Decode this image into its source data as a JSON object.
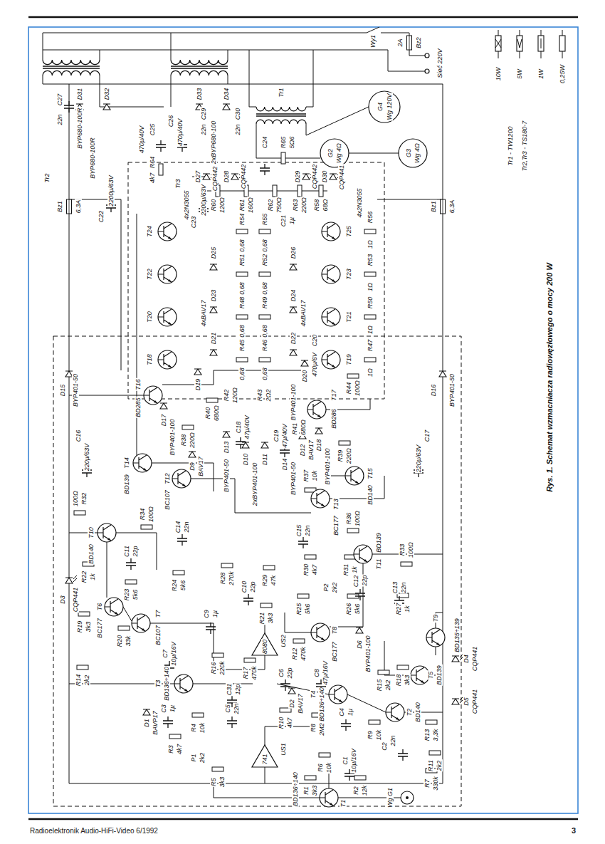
{
  "diagram": {
    "caption": "Rys. 1. Schemat wzmacniacza radiowęzłowego o mocy 200 W",
    "labels": [
      "Radioelektronik Audio-HiFi-Video 6/1992",
      "3",
      "Wy1",
      "2A",
      "Bz2",
      "Sieć 220V",
      "Tr2",
      "C27",
      "22n",
      "D31",
      "BYP680-100R",
      "D32",
      "BYP680-100R",
      "C25",
      "470µ/40V",
      "C22",
      "2200µ/63V",
      "R64",
      "4k7",
      "C26",
      "470µ/40V",
      "Tr3",
      "D33",
      "D34",
      "2xBYP680-100",
      "C29",
      "22n",
      "C30",
      "22n",
      "C23",
      "2200µ/63V",
      "Tr1",
      "C24",
      "R65",
      "5Ω6",
      "G2",
      "Wg 4Ω",
      "G3",
      "Wg 4Ω",
      "G4",
      "Wg 120V",
      "Tr1 - TW1200",
      "Tr2,Tr3 - TS180-7",
      "Bz1",
      "6,3A",
      "Bz1",
      "6,3A",
      "D27",
      "CQP442",
      "D28",
      "CQP442",
      "D29",
      "CQP442",
      "D30",
      "CQP441",
      "R60",
      "120Ω",
      "R61",
      "160Ω",
      "R62",
      "750Ω",
      "R63",
      "220Ω",
      "C21",
      "1µ",
      "R58",
      "68Ω",
      "4x2N3055",
      "T24",
      "T22",
      "T20",
      "T18",
      "4x2N3055",
      "T25",
      "T23",
      "T21",
      "T19",
      "R54",
      "0,68",
      "R55",
      "0,68",
      "R51",
      "0,68",
      "R52",
      "0,68",
      "R48",
      "0,68",
      "R49",
      "0,68",
      "R45",
      "0,68",
      "R46",
      "0,68",
      "R56",
      "1Ω",
      "R53",
      "1Ω",
      "R50",
      "1Ω",
      "R47",
      "1Ω",
      "D25",
      "D23",
      "D21",
      "4xBAV17",
      "D26",
      "D24",
      "D22",
      "4xBAV17",
      "D19",
      "R42",
      "120Ω",
      "R43",
      "2Ω2",
      "D20",
      "BYP401-100",
      "C20",
      "470µ/6V",
      "R44",
      "100Ω",
      "T16",
      "BD285",
      "T17",
      "BD286",
      "D15",
      "BYP401-50",
      "D16",
      "BYP401-50",
      "D17",
      "BYP401-100",
      "D18",
      "BYP401-100",
      "R40",
      "680Ω",
      "R41",
      "680Ω",
      "C18",
      "47µ/40V",
      "C19",
      "47µ/40V",
      "R38",
      "220Ω",
      "R39",
      "220Ω",
      "D9",
      "BAV17",
      "D13",
      "BYP401-50",
      "D10",
      "D11",
      "2xBYP401-100",
      "D12",
      "BAV17",
      "D14",
      "BYP401-50",
      "R37",
      "10k",
      "T14",
      "BD139",
      "T15",
      "BD140",
      "C16",
      "220µ/63V",
      "C17",
      "220µ/63V",
      "T12",
      "BC107",
      "T13",
      "BC177",
      "R34",
      "100Ω",
      "T10",
      "BD140",
      "R32",
      "100Ω",
      "R36",
      "100Ω",
      "T11",
      "BD139",
      "R33",
      "100Ω",
      "C14",
      "22n",
      "C15",
      "22n",
      "C11",
      "22p",
      "C12",
      "22p",
      "C13",
      "22n",
      "T9",
      "BD135÷139",
      "R30",
      "4k7",
      "P2",
      "2k2",
      "R31",
      "1k",
      "R27",
      "1k",
      "R28",
      "270k",
      "C10",
      "22p",
      "R29",
      "47k",
      "R22",
      "1k",
      "T6",
      "BC177",
      "T7",
      "BC107",
      "R23",
      "5k6",
      "R24",
      "5k6",
      "R25",
      "5k6",
      "R26",
      "5k6",
      "T8",
      "BC177",
      "C9",
      "1µ",
      "R21",
      "3k3",
      "C7",
      "10µ/16V",
      "C8",
      "47µ/16V",
      "D6",
      "BYP401-100",
      "R19",
      "3k3",
      "R20",
      "33k",
      "R18",
      "3k3",
      "T5",
      "BD139",
      "D3",
      "CQP441",
      "D4",
      "CQP441",
      "D5",
      "CQP441",
      "T3",
      "BD136÷140",
      "T4",
      "BD136÷140",
      "US2",
      "8080",
      "R16",
      "220k",
      "C31",
      "12p",
      "R17",
      "470k",
      "C5",
      "22n",
      "C6",
      "22p",
      "R12",
      "470k",
      "C3",
      "1µ",
      "C4",
      "1µ",
      "D1",
      "BAVP17",
      "D2",
      "BAV17",
      "R10",
      "4k7",
      "R8",
      "2M2",
      "R14",
      "2k2",
      "R15",
      "2k2",
      "T2",
      "BD140",
      "R13",
      "3,3k",
      "R11",
      "2k2",
      "R9",
      "10k",
      "US1",
      "741",
      "R3",
      "4k7",
      "R4",
      "10k",
      "P1",
      "2k2",
      "R5",
      "3k3",
      "R6",
      "10k",
      "C1",
      "10µ/16V",
      "R1",
      "3k3",
      "R2",
      "12k",
      "T1",
      "BD136÷140",
      "C2",
      "22n",
      "R7",
      "330k",
      "Wg G1"
    ],
    "legend": [
      {
        "text": "10W"
      },
      {
        "text": "5W"
      },
      {
        "text": "1W"
      },
      {
        "text": "0,25W"
      }
    ]
  }
}
